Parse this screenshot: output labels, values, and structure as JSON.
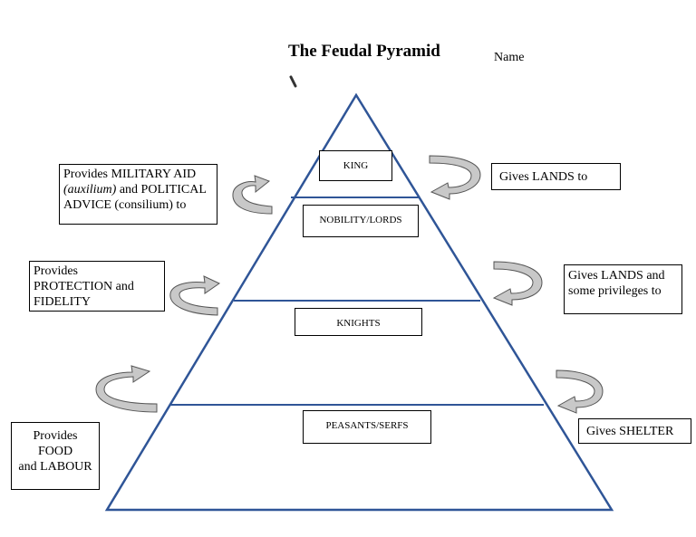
{
  "header": {
    "title": "The Feudal Pyramid",
    "name_label": "Name"
  },
  "tiers": [
    {
      "label": "KING"
    },
    {
      "label": "NOBILITY/LORDS"
    },
    {
      "label": "KNIGHTS"
    },
    {
      "label": "PEASANTS/SERFS"
    }
  ],
  "left_notes": {
    "nobility": {
      "line1": "Provides MILITARY AID",
      "line2_italic": "(auxilium)",
      "line2_rest": " and POLITICAL",
      "line3": "ADVICE (consilium) to"
    },
    "knights": {
      "line1": "Provides",
      "line2": "PROTECTION and",
      "line3": "FIDELITY"
    },
    "peasants": {
      "line1": "Provides FOOD",
      "line2": "and LABOUR"
    }
  },
  "right_notes": {
    "king": "Gives LANDS  to",
    "nobility": {
      "line1": "Gives LANDS  and",
      "line2": "some privileges to"
    },
    "knights": "Gives SHELTER"
  },
  "colors": {
    "pyramid_stroke": "#2f5597",
    "arrow_fill": "#c8c8c8",
    "arrow_stroke": "#555555"
  }
}
